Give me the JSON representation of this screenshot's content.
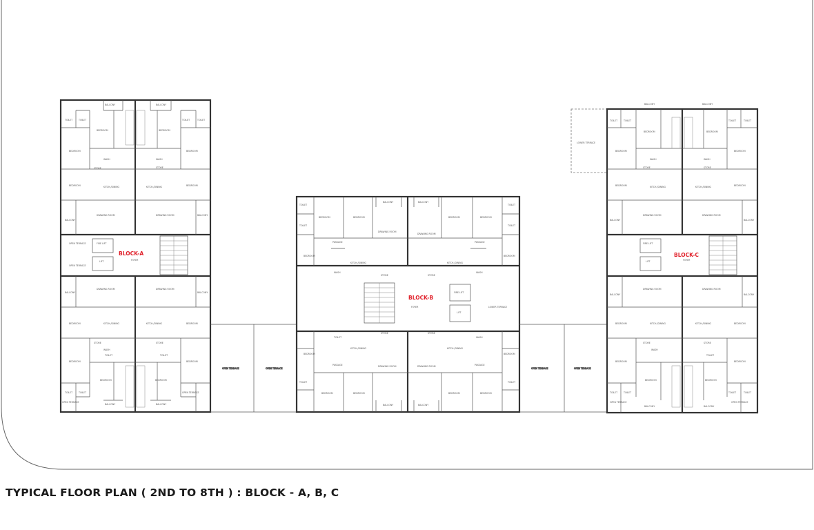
{
  "caption": "TYPICAL FLOOR PLAN ( 2ND TO 8TH ) : BLOCK - A, B, C",
  "block_labels": {
    "a": "BLOCK-A",
    "b": "BLOCK-B",
    "c": "BLOCK-C"
  },
  "room_labels": {
    "bedroom": "BEDROOM",
    "toilet": "TOILET",
    "balcony": "BALCONY",
    "kitchen": "KITCH./DINING",
    "drawing": "DRAWING ROOM",
    "wash": "WASH",
    "store": "STORE",
    "passage": "PASSAGE",
    "lift": "LIFT",
    "fire_lift": "FIRE LIFT",
    "foyer": "FOYER",
    "open_terrace": "OPEN TERRACE",
    "lower_terrace": "LOWER TERRACE"
  },
  "colors": {
    "wall": "#333333",
    "block_label": "#e0202a",
    "boundary": "#555555"
  }
}
